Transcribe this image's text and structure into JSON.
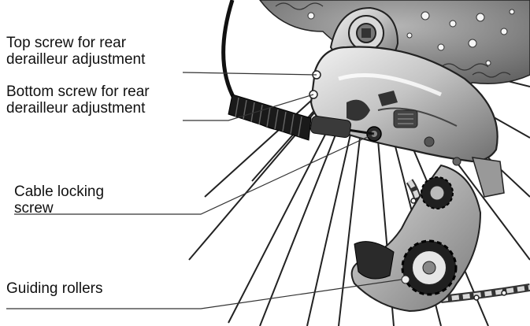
{
  "labels": {
    "top_screw": {
      "line1": "Top screw for rear",
      "line2": "derailleur adjustment"
    },
    "bottom_screw": {
      "line1": "Bottom screw for rear",
      "line2": "derailleur adjustment"
    },
    "cable_screw": {
      "line1": "Cable locking",
      "line2": "screw"
    },
    "rollers": {
      "line1": "Guiding rollers"
    }
  },
  "colors": {
    "leader_line": "#333333",
    "metal_light": "#e6e6e6",
    "metal_mid": "#a8a8a8",
    "metal_dark": "#555555",
    "cassette": "#8a8a8a",
    "housing": "#1a1a1a"
  }
}
